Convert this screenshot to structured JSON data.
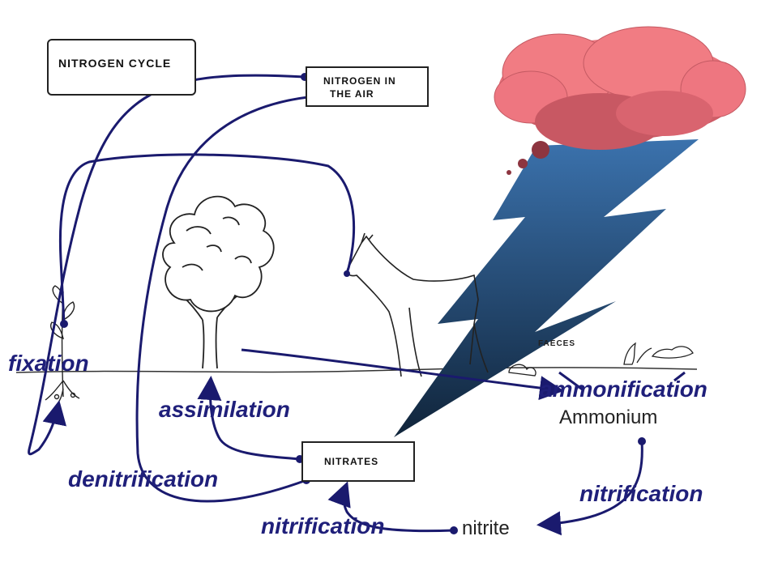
{
  "boxes": {
    "title": "NITROGEN CYCLE",
    "air_line1": "NITROGEN IN",
    "air_line2": "THE AIR",
    "nitrates": "NITRATES",
    "faeces": "FAECES"
  },
  "labels": {
    "fixation": "fixation",
    "assimilation": "assimilation",
    "denitrification": "denitrification",
    "nitrification_left": "nitrification",
    "nitrification_right": "nitrification",
    "ammonification": "ammonification"
  },
  "substances": {
    "ammonium": "Ammonium",
    "nitrite": "nitrite"
  },
  "colors": {
    "arrow": "#1a1a6e",
    "cloud": "#f07a80",
    "bolt_top": "#3a6fa8",
    "bolt_bottom": "#12283f",
    "label": "#1f1f7a"
  }
}
